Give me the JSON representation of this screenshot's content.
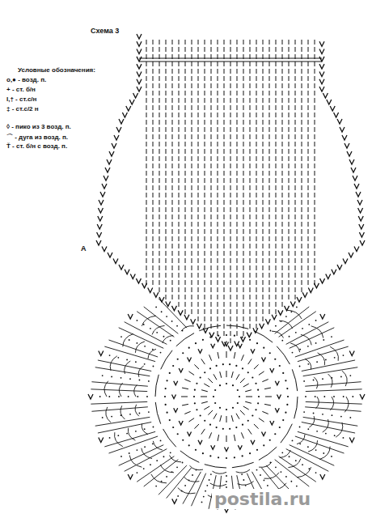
{
  "diagram": {
    "title": "Схема 3",
    "labels": [
      "A",
      "postila.ru"
    ],
    "legend": [
      {
        "text": "Условные обозначения:"
      },
      {
        "text": "о,● - возд. п."
      },
      {
        "text": "+ - ст. б/н"
      },
      {
        "text": "Ι,† - ст.с/н"
      },
      {
        "text": "‡ - ст.с/2 н"
      },
      {
        "text": "◊ - пико из 3 возд. п."
      },
      {
        "text": "⌒ - дуга из возд. п."
      },
      {
        "text": "Ť - ст. б/н с возд. п."
      }
    ]
  }
}
